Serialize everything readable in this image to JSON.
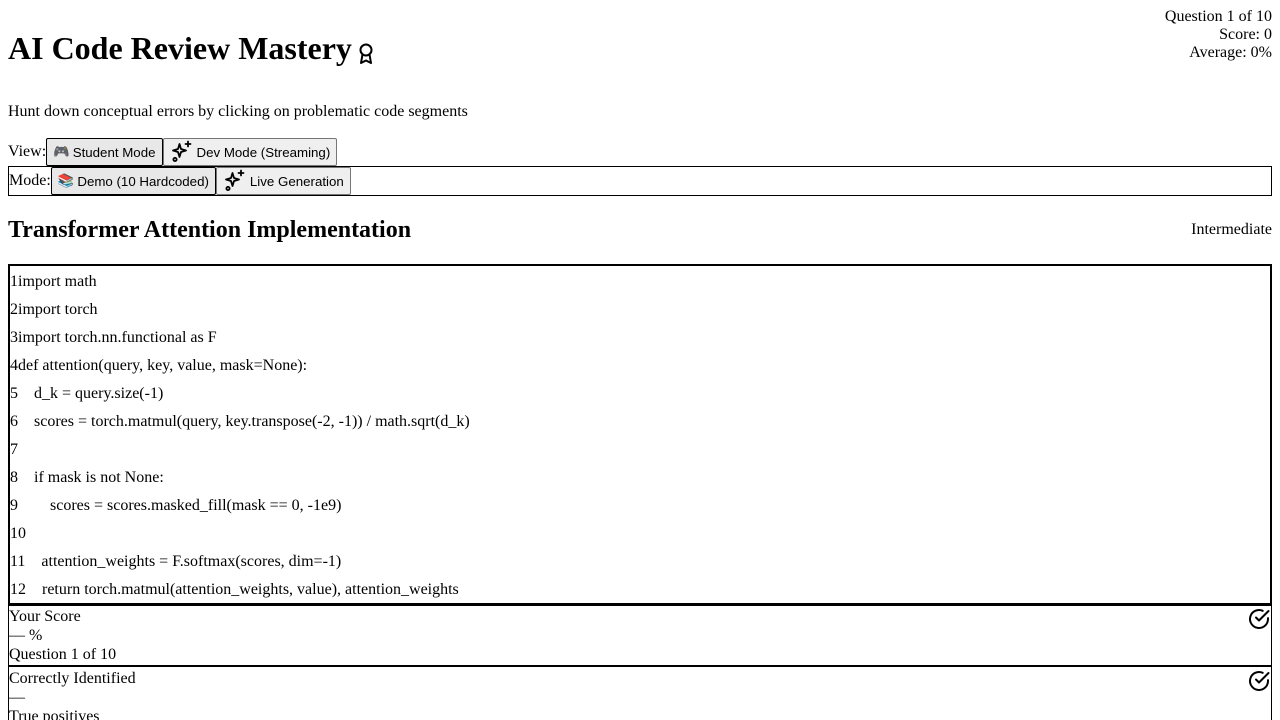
{
  "header": {
    "title": "AI Code Review Mastery",
    "subtitle": "Hunt down conceptual errors by clicking on problematic code segments",
    "stats": {
      "question": "Question 1 of 10",
      "score": "Score: 0",
      "average": "Average: 0%"
    },
    "title_icon": "award-icon"
  },
  "view_switch": {
    "label": "View:",
    "options": [
      {
        "label": "Student Mode",
        "icon": "gamepad-emoji",
        "glyph": "🎮",
        "active": true
      },
      {
        "label": "Dev Mode (Streaming)",
        "icon": "sparkles-icon",
        "active": false
      }
    ]
  },
  "mode_switch": {
    "label": "Mode:",
    "options": [
      {
        "label": "Demo (10 Hardcoded)",
        "icon": "books-emoji",
        "glyph": "📚",
        "active": true
      },
      {
        "label": "Live Generation",
        "icon": "sparkles-icon",
        "active": false
      }
    ]
  },
  "question": {
    "title": "Transformer Attention Implementation",
    "difficulty": "Intermediate"
  },
  "code_lines": [
    {
      "num": "1",
      "text": "import math"
    },
    {
      "num": "2",
      "text": "import torch"
    },
    {
      "num": "3",
      "text": "import torch.nn.functional as F"
    },
    {
      "num": "4",
      "text": "def attention(query, key, value, mask=None):"
    },
    {
      "num": "5",
      "text": "    d_k = query.size(-1)"
    },
    {
      "num": "6",
      "text": "    scores = torch.matmul(query, key.transpose(-2, -1)) / math.sqrt(d_k)"
    },
    {
      "num": "7",
      "text": ""
    },
    {
      "num": "8",
      "text": "    if mask is not None:"
    },
    {
      "num": "9",
      "text": "        scores = scores.masked_fill(mask == 0, -1e9)"
    },
    {
      "num": "10",
      "text": ""
    },
    {
      "num": "11",
      "text": "    attention_weights = F.softmax(scores, dim=-1)"
    },
    {
      "num": "12",
      "text": "    return torch.matmul(attention_weights, value), attention_weights"
    }
  ],
  "score_card": {
    "label": "Your Score",
    "value": "— %",
    "sub": "Question 1 of 10",
    "icon": "check-circle-icon"
  },
  "correct_card": {
    "label": "Correctly Identified",
    "value": "—",
    "sub": "True positives",
    "icon": "check-circle-icon"
  }
}
